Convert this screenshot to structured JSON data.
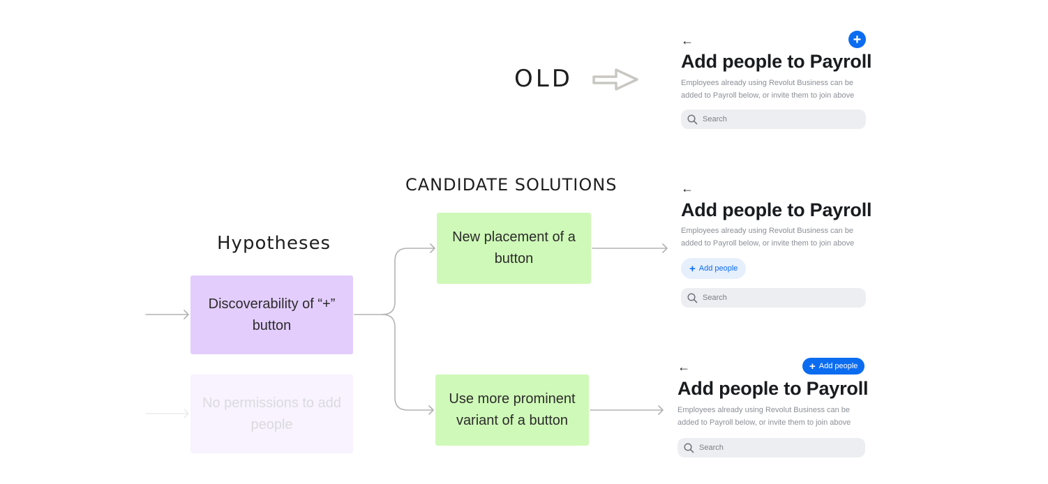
{
  "labels": {
    "old": "OLD",
    "candidate_solutions": "CANDIDATE SOLUTIONS",
    "hypotheses": "Hypotheses"
  },
  "hypotheses": [
    {
      "text": "Discoverability of “+” button",
      "color": "#e3cdfd",
      "faded": false
    },
    {
      "text": "No permissions to add people",
      "color": "#f8f3fe",
      "faded": true
    }
  ],
  "solutions": [
    {
      "text": "New placement of a button",
      "color": "#cff9b8"
    },
    {
      "text": "Use more prominent variant of a button",
      "color": "#cff9b8"
    }
  ],
  "screens": {
    "old": {
      "back_icon": "arrow-left-icon",
      "add_icon": "plus-icon",
      "title": "Add people to Payroll",
      "description": "Employees already using Revolut Business can be added to Payroll below, or invite them to join above",
      "search_placeholder": "Search"
    },
    "variant_a": {
      "back_icon": "arrow-left-icon",
      "title": "Add people to Payroll",
      "description": "Employees already using Revolut Business can be added to Payroll below, or invite them to join above",
      "add_button": "Add people",
      "search_placeholder": "Search"
    },
    "variant_b": {
      "back_icon": "arrow-left-icon",
      "title": "Add people to Payroll",
      "description": "Employees already using Revolut Business can be added to Payroll below, or invite them to join above",
      "add_button": "Add people",
      "search_placeholder": "Search"
    }
  },
  "colors": {
    "accent": "#0b6cf0",
    "connector": "#b3b3b3",
    "old_arrow": "#c9c7c2"
  }
}
